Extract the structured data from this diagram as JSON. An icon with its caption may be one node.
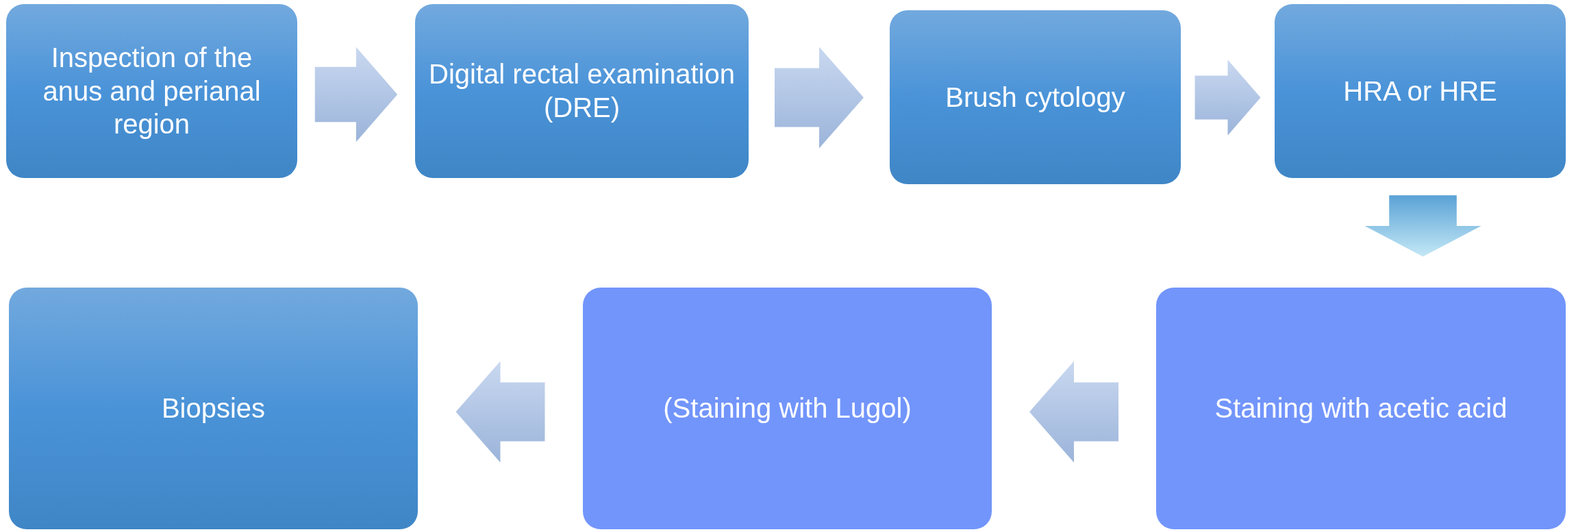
{
  "diagram": {
    "nodes": [
      {
        "text": [
          "Inspection of the anus and perianal region"
        ]
      },
      {
        "text": [
          "Digital rectal examination (DRE)"
        ]
      },
      {
        "text": [
          "Brush cytology"
        ]
      },
      {
        "text": [
          "HRA or HRE"
        ]
      },
      {
        "text": [
          "Staining with acetic acid"
        ]
      },
      {
        "text": [
          "(Staining with Lugol)"
        ]
      },
      {
        "text": [
          "Biopsies"
        ]
      }
    ],
    "edges": [
      {
        "from": 0,
        "to": 1,
        "arrow": "to"
      },
      {
        "from": 1,
        "to": 2,
        "arrow": "to"
      },
      {
        "from": 2,
        "to": 3,
        "arrow": "to"
      },
      {
        "from": 3,
        "to": 4,
        "arrow": "to"
      },
      {
        "from": 4,
        "to": 5,
        "arrow": "to"
      },
      {
        "from": 5,
        "to": 6,
        "arrow": "to"
      }
    ]
  }
}
